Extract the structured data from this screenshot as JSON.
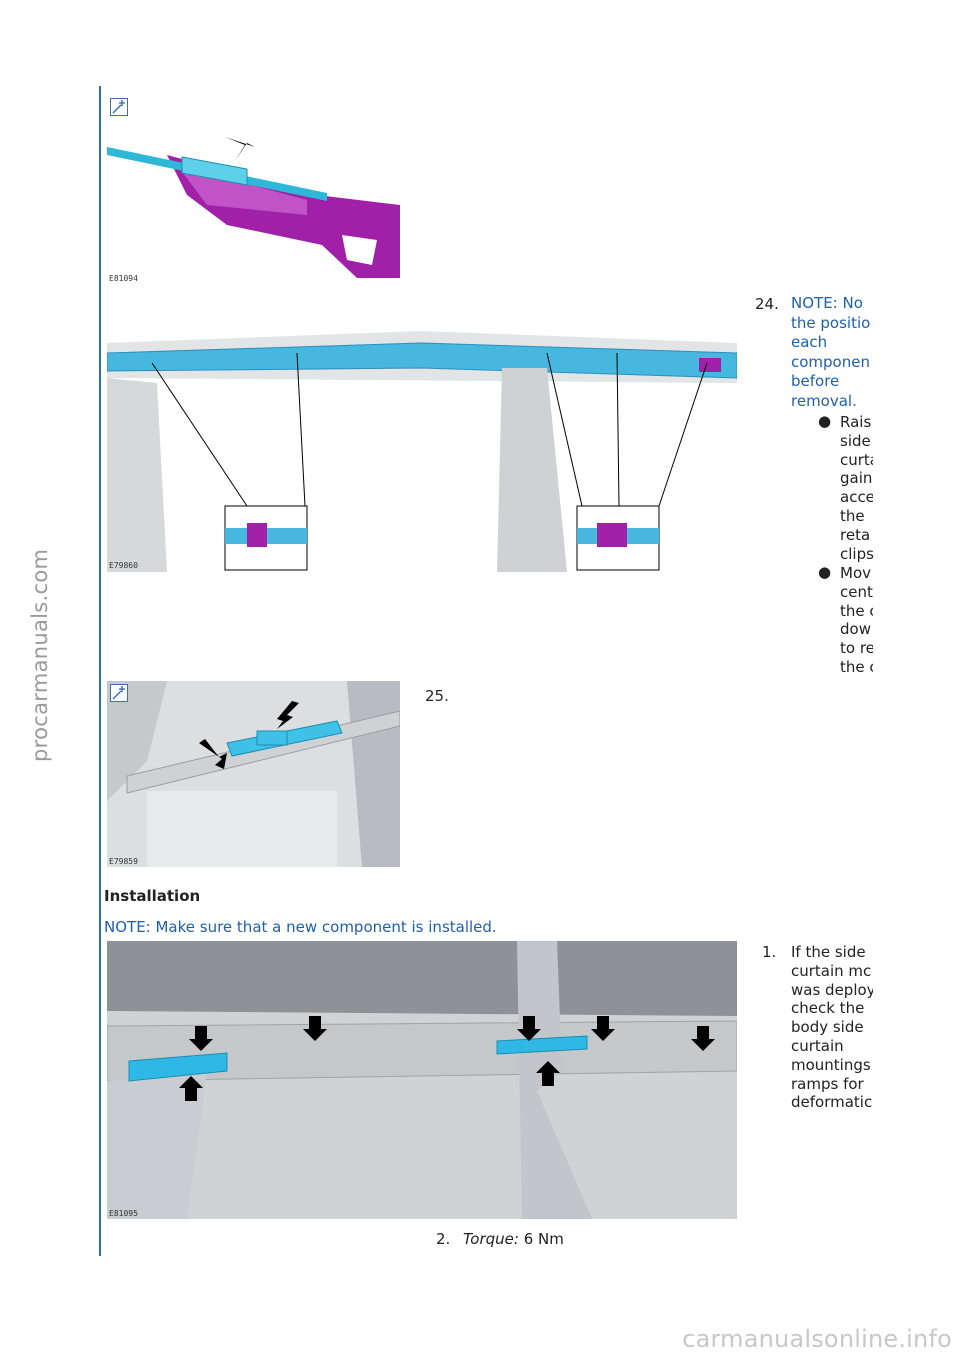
{
  "watermarks": {
    "side": "procarmanuals.com",
    "bottom": "carmanualsonline.info"
  },
  "figures": {
    "fig1": {
      "id": "E81094"
    },
    "fig2": {
      "id": "E79860"
    },
    "fig3": {
      "id": "E79859"
    },
    "fig4": {
      "id": "E81095"
    }
  },
  "removal": {
    "step24": {
      "number": "24.",
      "note_lines": [
        "NOTE: No",
        "the positio",
        "each",
        "componen",
        "before",
        "removal."
      ],
      "bullet1_lines": [
        "Rais",
        "side",
        "curta",
        "gain",
        "acce",
        "the",
        "reta",
        "clips"
      ],
      "bullet2_lines": [
        "Mov",
        "cent",
        "the c",
        "dow",
        "to re",
        "the c"
      ]
    },
    "step25": {
      "number": "25."
    }
  },
  "installation": {
    "heading": "Installation",
    "note": "NOTE: Make sure that a new component is installed.",
    "step1": {
      "number": "1.",
      "lines": [
        "If the side",
        "curtain mc",
        "was deploy",
        "check the",
        "body side",
        "curtain",
        "mountings",
        "ramps for",
        "deformatic"
      ]
    },
    "step2": {
      "number": "2.",
      "torque_label": "Torque:",
      "torque_value": "6 Nm"
    }
  }
}
